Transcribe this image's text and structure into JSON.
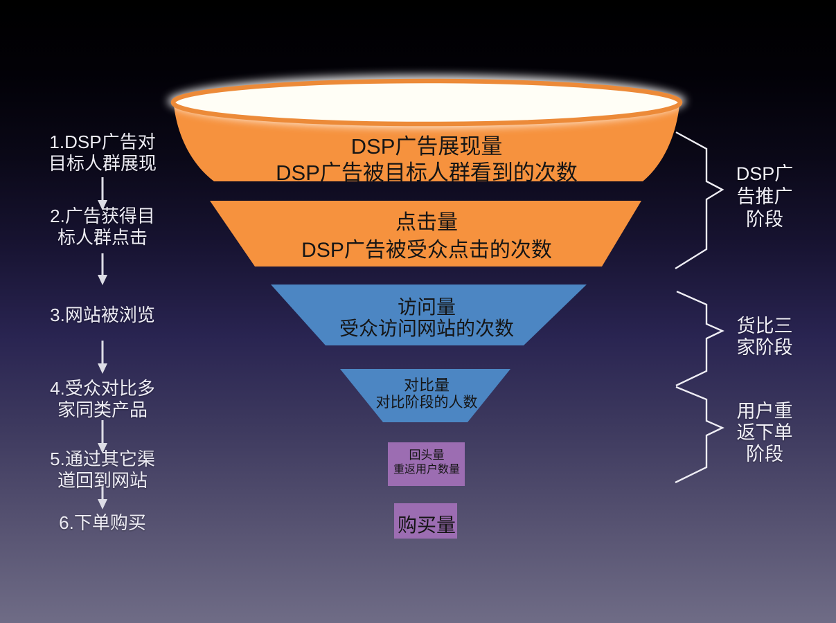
{
  "colors": {
    "orange": "#F6923E",
    "blue": "#4C86C3",
    "purple": "#9C6DB2",
    "funnel_top_light": "#FFFEF6",
    "funnel_top_rim": "#EC8A38",
    "arrow": "#DDDDE6",
    "brace": "#EFEEF5",
    "background_top": "#000000",
    "background_bottom": "#6F6C86"
  },
  "left_steps": [
    {
      "label": "1.DSP广告对\n目标人群展现"
    },
    {
      "label": "2.广告获得目\n标人群点击"
    },
    {
      "label": "3.网站被浏览"
    },
    {
      "label": "4.受众对比多\n家同类产品"
    },
    {
      "label": "5.通过其它渠\n道回到网站"
    },
    {
      "label": "6.下单购买"
    }
  ],
  "funnel": {
    "levels": [
      {
        "name": "impressions",
        "title": "DSP广告展现量",
        "subtitle": "DSP广告被目标人群看到的次数"
      },
      {
        "name": "clicks",
        "title": "点击量",
        "subtitle": "DSP广告被受众点击的次数"
      },
      {
        "name": "visits",
        "title": "访问量",
        "subtitle": "受众访问网站的次数"
      },
      {
        "name": "comparisons",
        "title": "对比量",
        "subtitle": "对比阶段的人数"
      },
      {
        "name": "returns",
        "title": "回头量",
        "subtitle": "重返用户数量"
      },
      {
        "name": "purchases",
        "title": "购买量"
      }
    ]
  },
  "stages": [
    {
      "label": "DSP广\n告推广\n阶段"
    },
    {
      "label": "货比三\n家阶段"
    },
    {
      "label": "用户重\n返下单\n阶段"
    }
  ]
}
